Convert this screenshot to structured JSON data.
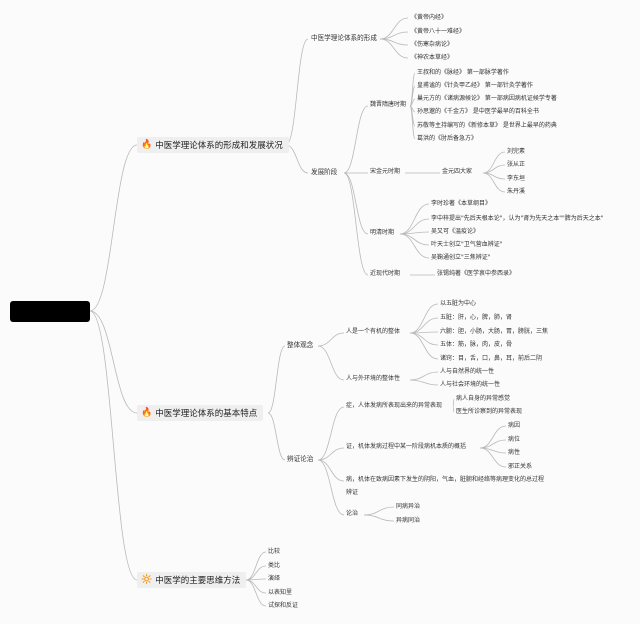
{
  "colors": {
    "line": "#b9b9b9",
    "fire": "#e8522c",
    "sun": "#e6a21b"
  },
  "sections": [
    {
      "label": "中医学理论体系的形成和发展状况",
      "icon": "fire-icon"
    },
    {
      "label": "中医学理论体系的基本特点",
      "icon": "fire-icon"
    },
    {
      "label": "中医学的主要思维方法",
      "icon": "sun-icon"
    }
  ],
  "s1": {
    "formation": {
      "label": "中医学理论体系的形成",
      "books": [
        "《黄帝内经》",
        "《黄帝八十一难经》",
        "《伤寒杂病论》",
        "《神农本草经》"
      ]
    },
    "dev": {
      "label": "发展阶段",
      "wj": {
        "label": "魏晋隋唐时期",
        "items": [
          "王叔和的《脉经》 第一部脉学著作",
          "皇甫谧的《针灸甲乙经》 第一部针灸学著作",
          "巢元方的《诸病源候论》 第一部病因病机证候学专著",
          "孙思邈的《千金方》 是中医学最早的百科全书",
          "苏敬等主持编写的《新修本草》 是世界上最早的药典",
          "葛洪的《肘后备急方》"
        ]
      },
      "sjy": {
        "label": "宋金元时期",
        "sub": "金元四大家",
        "items": [
          "刘完素",
          "张从正",
          "李东垣",
          "朱丹溪"
        ]
      },
      "mq": {
        "label": "明清时期",
        "items": [
          "李时珍著《本草纲目》",
          "李中梓提出\"先后天根本论\"，认为\"肾为先天之本\"\"脾为后天之本\"",
          "吴又可《温疫论》",
          "叶天士创立\"卫气营血辨证\"",
          "吴鞠通创立\"三焦辨证\""
        ]
      },
      "modern": {
        "label": "近现代时期",
        "item": "张锡纯著《医学衷中参西录》"
      }
    }
  },
  "s2": {
    "whole": {
      "label": "整体观念",
      "body": {
        "label": "人是一个有机的整体",
        "items": [
          "以五脏为中心",
          "五脏：肝，心，脾，肺，肾",
          "六腑：胆，小肠，大肠，胃，膀胱，三焦",
          "五体：筋，脉，肉，皮，骨",
          "诸窍：目，舌，口，鼻，耳，前后二阴"
        ]
      },
      "env": {
        "label": "人与外环境的整体性",
        "items": [
          "人与自然界的统一性",
          "人与社会环境的统一性"
        ]
      }
    },
    "bz": {
      "label": "辨证论治",
      "zheng": {
        "label": "症，人体发病所表现出来的异常表现",
        "items": [
          "病人自身的异常感觉",
          "医生所诊察到的异常表现"
        ]
      },
      "zheng2": {
        "label": "证，机体发病过程中某一阶段病机本质的概括",
        "items": [
          "病因",
          "病位",
          "病性",
          "邪正关系"
        ]
      },
      "bing_line1": "病，机体在致病因素下发生的阴阳，气血，脏腑和经络等病理变化的总过程",
      "bing_line2": "辨证",
      "lz": {
        "label": "论治",
        "items": [
          "同病异治",
          "异病同治"
        ]
      }
    }
  },
  "s3": {
    "items": [
      "比较",
      "类比",
      "演绎",
      "以表知里",
      "试探和反证"
    ]
  }
}
